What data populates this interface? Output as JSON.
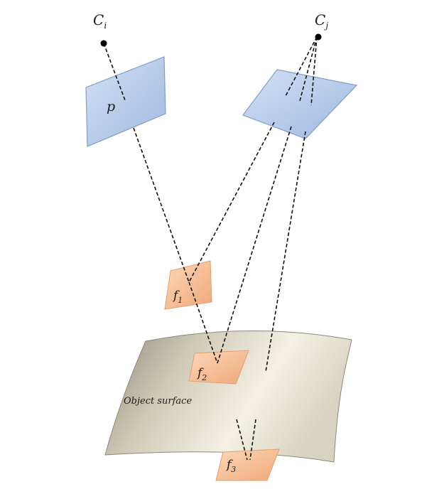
{
  "labels": {
    "camera_i": "C",
    "camera_i_sub": "i",
    "camera_j": "C",
    "camera_j_sub": "j",
    "pixel_p": "p",
    "facet_1": "f",
    "facet_1_sub": "1",
    "facet_2": "f",
    "facet_2_sub": "2",
    "facet_3": "f",
    "facet_3_sub": "3",
    "surface": "Object surface"
  },
  "colors": {
    "image_plane_fill": "#b8cdeb",
    "image_plane_stroke": "#7f9fc8",
    "facet_fill": "#f6c39a",
    "facet_stroke": "#e0a070",
    "surface_light": "#f2efe2",
    "surface_dark": "#9a9484",
    "ray": "#111111"
  }
}
